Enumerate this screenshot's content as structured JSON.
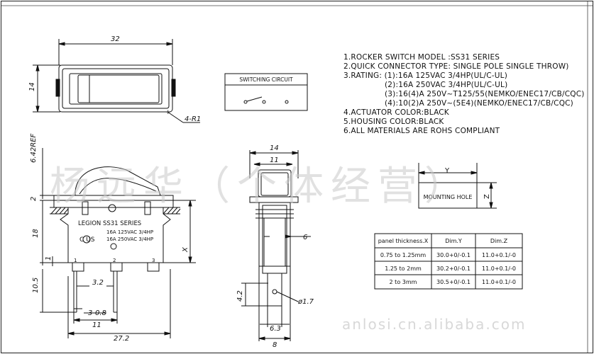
{
  "specs": [
    "1.ROCKER SWITCH MODEL :SS31  SERIES",
    "2.QUICK CONNECTOR  TYPE: SINGLE POLE SINGLE THROW)",
    "3.RATING: (1):16A 125VAC 3/4HP(UL/C-UL)",
    "(2):16A 250VAC 3/4HP(UL/C-UL)",
    "(3):16(4)A 250V~T125/55(NEMKO/ENEC17/CB/CQC)",
    "(4):10(2)A 250V~(5E4)(NEMKO/ENEC17/CB/CQC)",
    "4.ACTUATOR COLOR:BLACK",
    "5.HOUSING COLOR:BLACK",
    "6.ALL MATERIALS ARE ROHS COMPLIANT"
  ],
  "switching_circuit": {
    "title": "SWITCHING CIRCUIT"
  },
  "mounting_hole": {
    "label": "MOUNTING HOLE",
    "dim_y": "Y",
    "dim_z": "Z"
  },
  "panel_table": {
    "headers": [
      "panel thickness.X",
      "Dim.Y",
      "Dim.Z"
    ],
    "rows": [
      [
        "0.75 to 1.25mm",
        "30.0+0/-0.1",
        "11.0+0.1/-0"
      ],
      [
        "1.25 to 2mm",
        "30.2+0/-0.1",
        "11.0+0.1/-0"
      ],
      [
        "2 to 3mm",
        "30.5+0/-0.1",
        "11.0+0.1/-0"
      ]
    ]
  },
  "top_view": {
    "dim_width": "32",
    "dim_height": "14",
    "dim_radius": "4-R1"
  },
  "front_view": {
    "series_label": "LEGION SS31 SERIES",
    "rating1": "16A 125VAC 3/4HP",
    "rating2": "16A 250VAC 3/4HP",
    "cert": "C  US",
    "term1": "1",
    "term2": "2",
    "term3": "3",
    "dim_ref": "6.42REF",
    "dim_2": "2",
    "dim_18": "18",
    "dim_1": "1",
    "dim_10_5": "10.5",
    "dim_3_2": "3.2",
    "dim_3_0_8": "3-0.8",
    "dim_11": "11",
    "dim_27_2": "27.2",
    "dim_x": "X"
  },
  "side_view": {
    "dim_14": "14",
    "dim_11": "11",
    "dim_6": "6",
    "dim_4_2": "4.2",
    "dim_hole": "ø1.7",
    "dim_6_3": "6.3",
    "dim_8": "8"
  },
  "watermark": {
    "cn": "杨远华（个体经营）",
    "en": "anlosi.cn.alibaba.com"
  }
}
